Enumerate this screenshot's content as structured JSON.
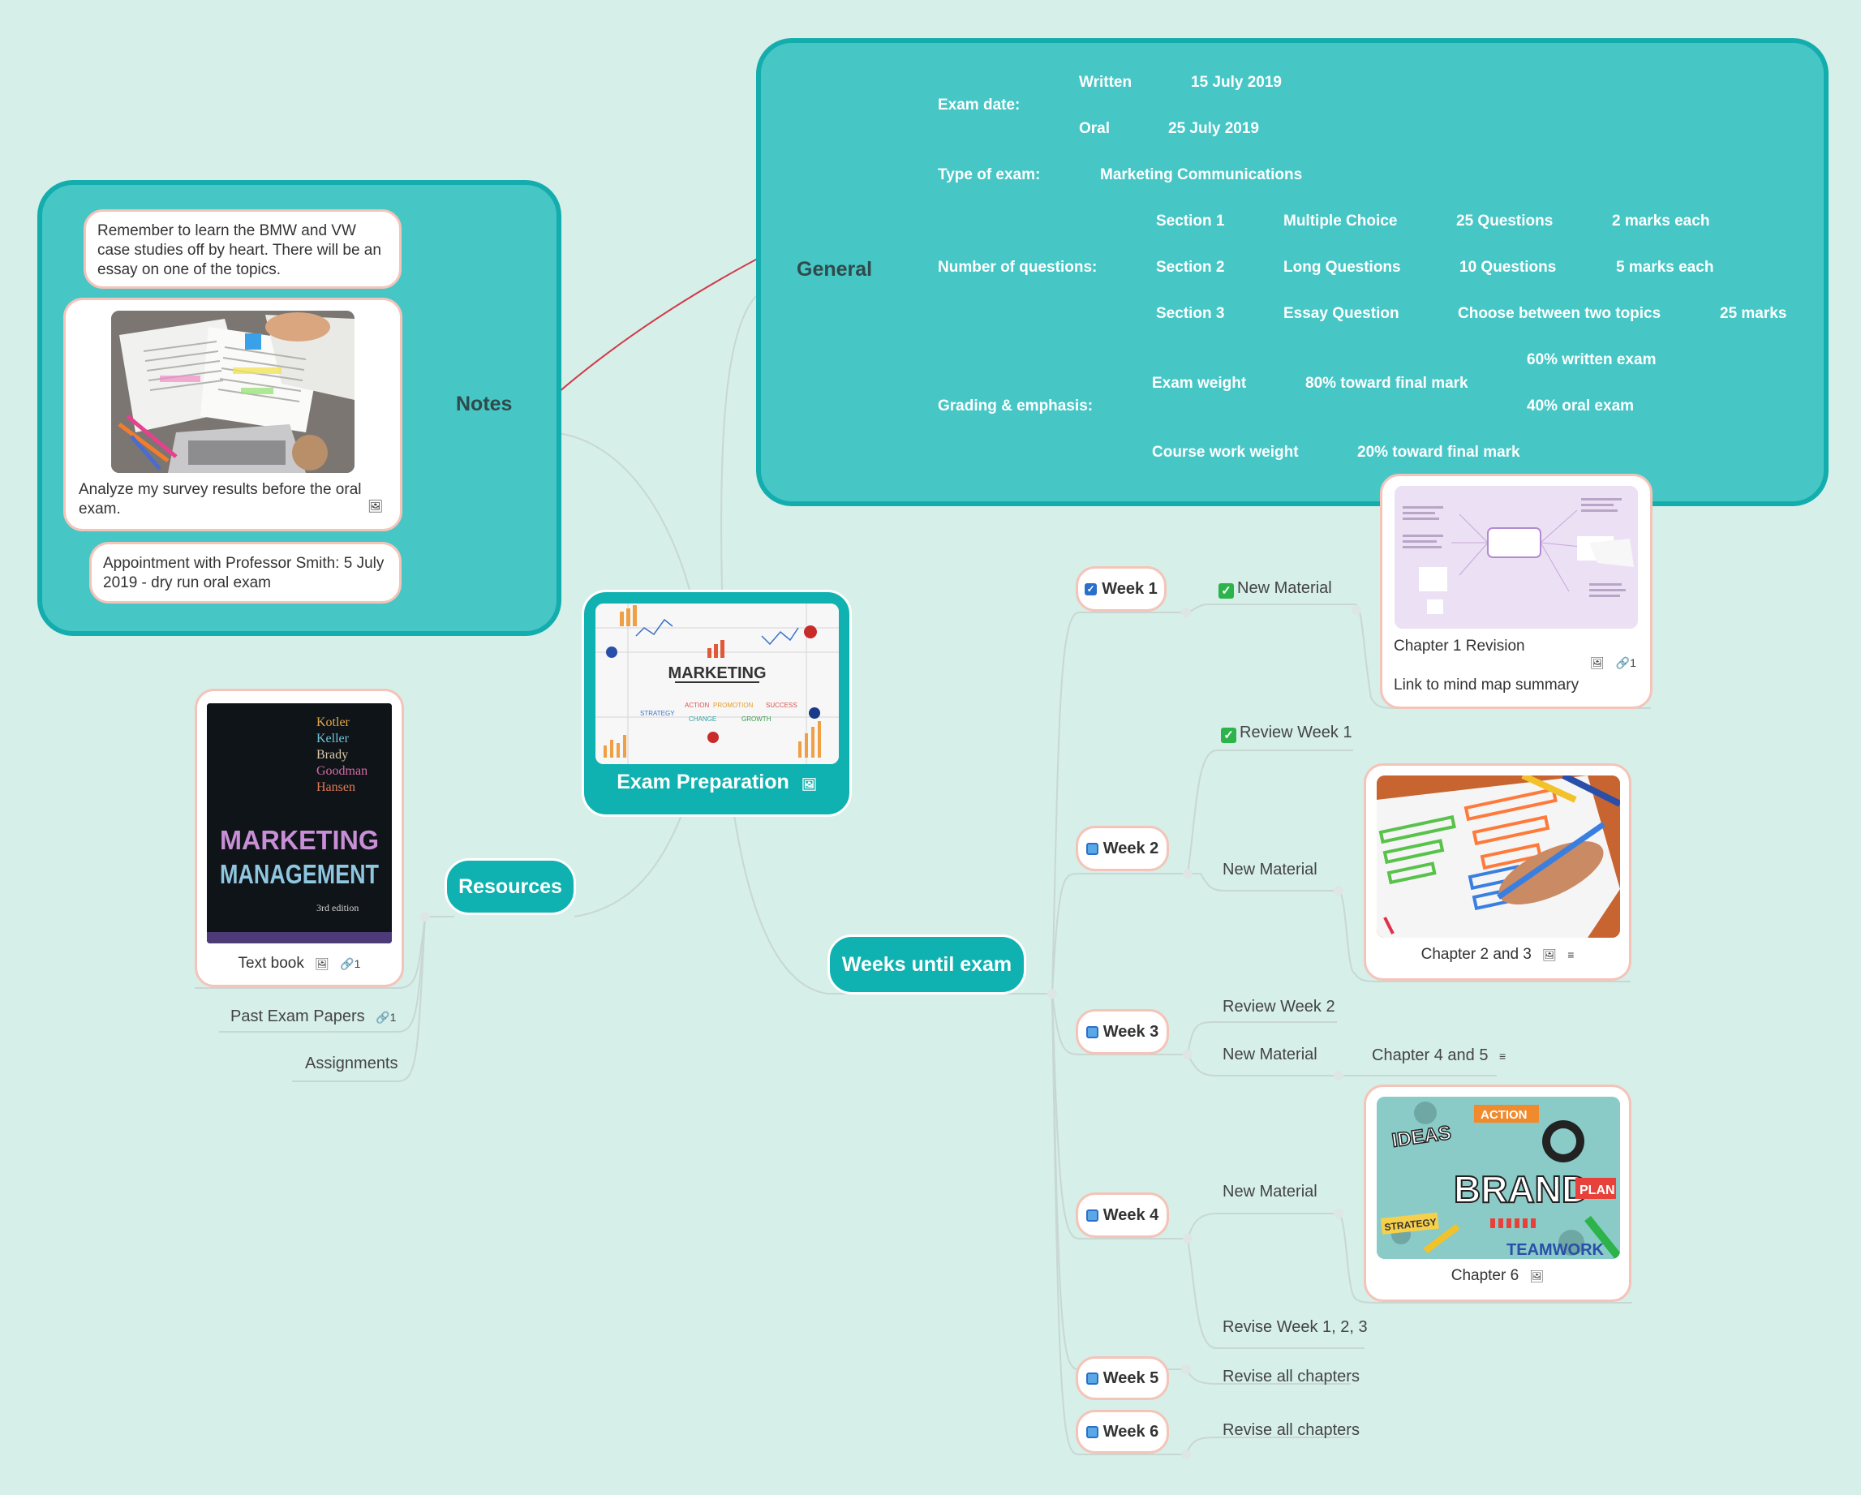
{
  "central": {
    "title": "Exam Preparation",
    "image_text": "MARKETING",
    "image_words": [
      "ACTION",
      "PROMOTION",
      "SUCCESS",
      "STRATEGY",
      "CHANGE",
      "GROWTH"
    ]
  },
  "general": {
    "title": "General",
    "exam_date_label": "Exam date:",
    "written_label": "Written",
    "written_date": "15 July 2019",
    "oral_label": "Oral",
    "oral_date": "25 July 2019",
    "type_label": "Type of exam:",
    "type_value": "Marketing Communications",
    "num_q_label": "Number of questions:",
    "sections": [
      {
        "name": "Section 1",
        "kind": "Multiple Choice",
        "count": "25 Questions",
        "marks": "2 marks each"
      },
      {
        "name": "Section 2",
        "kind": "Long Questions",
        "count": "10 Questions",
        "marks": "5 marks each"
      },
      {
        "name": "Section 3",
        "kind": "Essay Question",
        "count": "Choose between two topics",
        "marks": "25 marks"
      }
    ],
    "grading_label": "Grading & emphasis:",
    "exam_weight_label": "Exam weight",
    "exam_weight_value": "80% toward final mark",
    "written_pct": "60% written exam",
    "oral_pct": "40% oral exam",
    "course_weight_label": "Course work weight",
    "course_weight_value": "20% toward final mark"
  },
  "notes": {
    "title": "Notes",
    "note1": "Remember to learn the BMW and VW case studies off by heart. There will be an essay on one of the topics.",
    "note2": "Analyze my survey results before the oral exam.",
    "note3": "Appointment with Professor Smith: 5 July 2019 - dry run oral exam"
  },
  "resources": {
    "title": "Resources",
    "textbook": "Text book",
    "textbook_links": "1",
    "book_authors": [
      "Kotler",
      "Keller",
      "Brady",
      "Goodman",
      "Hansen"
    ],
    "book_title_1": "MARKETING",
    "book_title_2": "MANAGEMENT",
    "book_edition": "3rd edition",
    "past_papers": "Past Exam Papers",
    "past_papers_links": "1",
    "assignments": "Assignments"
  },
  "weeks": {
    "title": "Weeks until exam",
    "week1": {
      "label": "Week 1",
      "new": "New Material",
      "card_title": "Chapter 1 Revision",
      "card_link": "Link to mind map summary",
      "card_links": "1"
    },
    "week2": {
      "label": "Week 2",
      "review": "Review Week 1",
      "new": "New Material",
      "card_title": "Chapter 2 and 3"
    },
    "week3": {
      "label": "Week 3",
      "review": "Review Week 2",
      "new": "New Material",
      "chapter": "Chapter 4 and 5"
    },
    "week4": {
      "label": "Week 4",
      "new": "New Material",
      "card_title": "Chapter 6",
      "revise": "Revise Week 1, 2,  3",
      "image_words": [
        "IDEAS",
        "ACTION",
        "BRAND",
        "PLAN",
        "STRATEGY",
        "TEAMWORK"
      ]
    },
    "week5": {
      "label": "Week 5",
      "revise": "Revise all chapters"
    },
    "week6": {
      "label": "Week 6",
      "revise": "Revise all chapters"
    }
  },
  "colors": {
    "background": "#d6efe9",
    "group_fill": "#47c6c6",
    "group_border": "#14adad",
    "topic": "#0fb2b0",
    "card_border": "#f4c4b9",
    "relation": "#d13a4a"
  }
}
